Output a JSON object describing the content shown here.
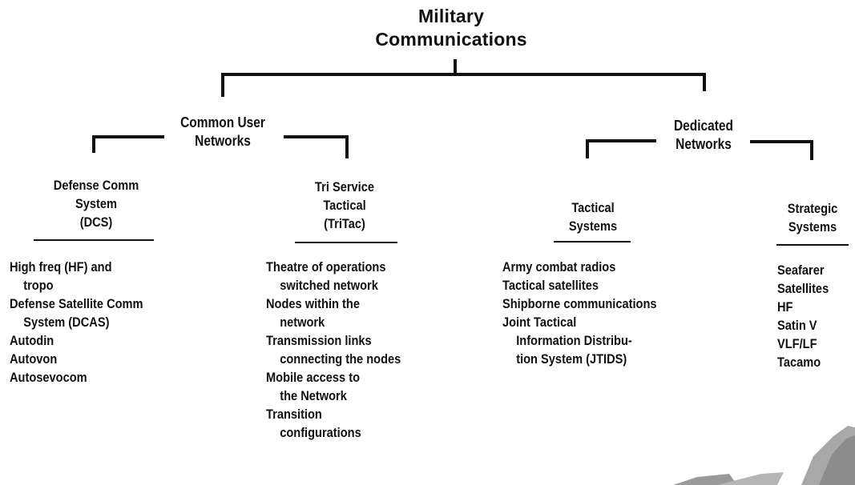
{
  "title": [
    "Military",
    "Communications"
  ],
  "groups": {
    "common": {
      "label": [
        "Common User",
        "Networks"
      ]
    },
    "dedicated": {
      "label": [
        "Dedicated",
        "Networks"
      ]
    }
  },
  "categories": {
    "dcs": {
      "heading": [
        "Defense Comm",
        "System",
        "(DCS)"
      ],
      "items": [
        "High freq (HF) and",
        "tropo",
        "Defense Satellite Comm",
        "System (DCAS)",
        "Autodin",
        "Autovon",
        "Autosevocom"
      ]
    },
    "tritac": {
      "heading": [
        "Tri Service",
        "Tactical",
        "(TriTac)"
      ],
      "items": [
        "Theatre of operations",
        "switched network",
        "Nodes within the",
        "network",
        "Transmission links",
        "connecting the nodes",
        "Mobile access to",
        "the Network",
        "Transition",
        "configurations"
      ]
    },
    "tactical": {
      "heading": [
        "Tactical",
        "Systems"
      ],
      "items": [
        "Army combat radios",
        "Tactical satellites",
        "Shipborne communications",
        "Joint Tactical",
        "Information Distribu-",
        "tion System (JTIDS)"
      ]
    },
    "strategic": {
      "heading": [
        "Strategic",
        "Systems"
      ],
      "items": [
        "Seafarer",
        "Satellites",
        "HF",
        "Satin V",
        "VLF/LF",
        "Tacamo"
      ]
    }
  },
  "colors": {
    "ink": "#111111",
    "background": "#ffffff"
  }
}
